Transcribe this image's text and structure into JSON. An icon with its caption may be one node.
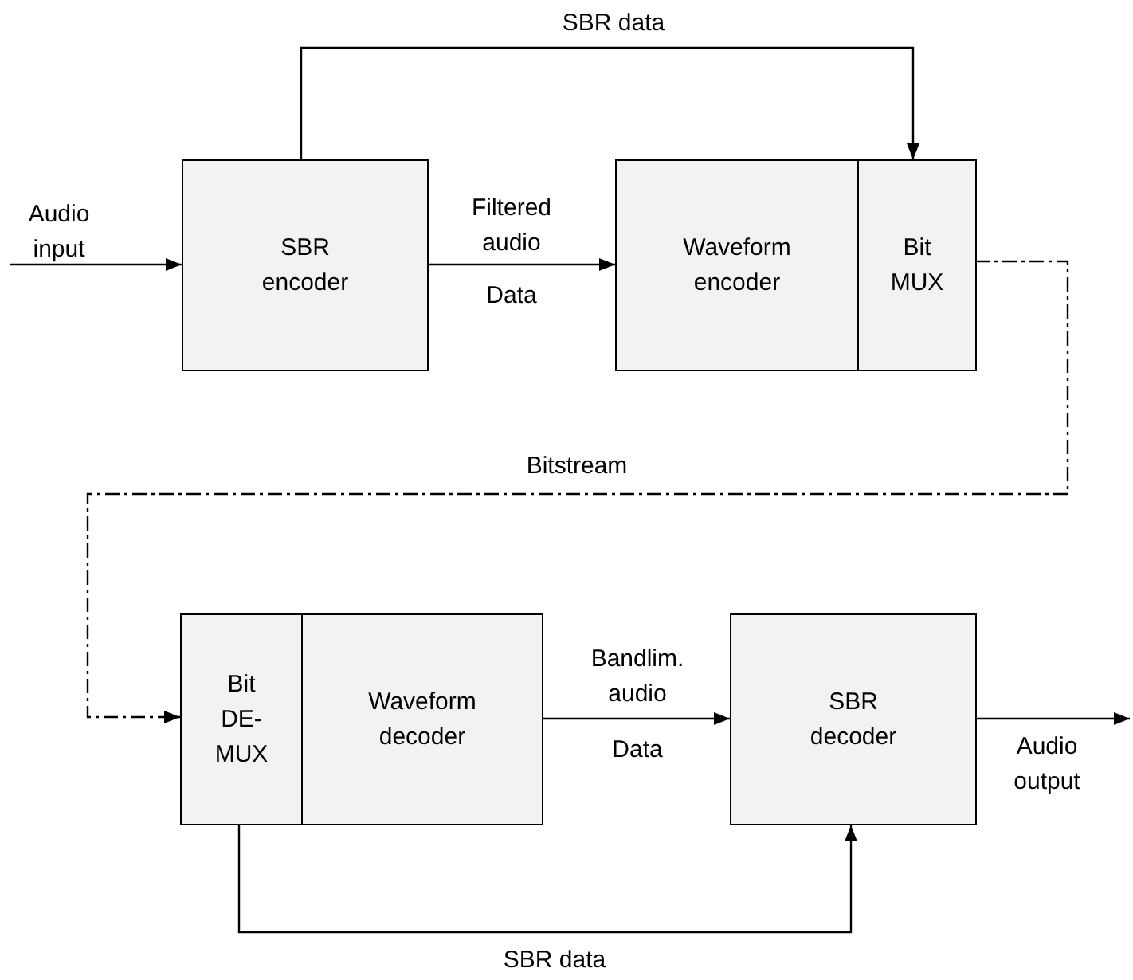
{
  "diagram": {
    "nodes": [
      {
        "text": [
          "SBR encoder"
        ]
      },
      {
        "text": [
          "Waveform encoder"
        ]
      },
      {
        "text": [
          "Bit MUX"
        ]
      },
      {
        "text": [
          "Bit DE-MUX"
        ]
      },
      {
        "text": [
          "Waveform decoder"
        ]
      },
      {
        "text": [
          "SBR decoder"
        ]
      }
    ],
    "edges": [
      {
        "from": null,
        "to": 0,
        "arrow": "to",
        "label": "Audio input"
      },
      {
        "from": 0,
        "to": 1,
        "arrow": "to",
        "label": "Filtered audio"
      },
      {
        "from": 0,
        "to": 2,
        "arrow": "to",
        "label": "SBR data"
      },
      {
        "from": 2,
        "to": 3,
        "arrow": "to",
        "label": "Bitstream",
        "style": "dashed"
      },
      {
        "from": 4,
        "to": 5,
        "arrow": "to",
        "label": "Bandlim. audio"
      },
      {
        "from": 3,
        "to": 5,
        "arrow": "to",
        "label": "SBR data"
      },
      {
        "from": 5,
        "to": null,
        "arrow": "to",
        "label": "Audio output"
      }
    ],
    "labels": [
      "Data",
      "Data"
    ]
  }
}
